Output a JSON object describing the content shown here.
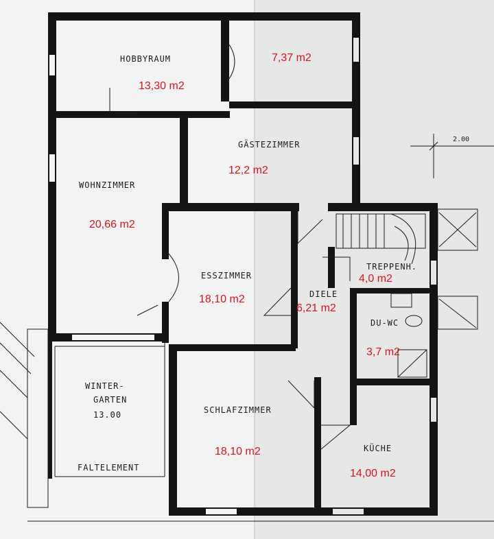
{
  "rooms": {
    "hobbyraum": {
      "label": "HOBBYRAUM",
      "area": "13,30 m2"
    },
    "abstell": {
      "area": "7,37 m2"
    },
    "gaestezimmer": {
      "label": "GÄSTEZIMMER",
      "area": "12,2 m2"
    },
    "wohnzimmer": {
      "label": "WOHNZIMMER",
      "area": "20,66 m2"
    },
    "esszimmer": {
      "label": "ESSZIMMER",
      "area": "18,10 m2"
    },
    "diele": {
      "label": "DIELE",
      "area": "6,21 m2"
    },
    "treppenhaus": {
      "label": "TREPPENH.",
      "area": "4,0 m2"
    },
    "duwc": {
      "label": "DU-WC",
      "area": "3,7 m2"
    },
    "wintergarten": {
      "label_1": "WINTER-",
      "label_2": "GARTEN",
      "label_3": "13.00"
    },
    "schlafzimmer": {
      "label": "SCHLAFZIMMER",
      "area": "18,10 m2"
    },
    "kueche": {
      "label": "KÜCHE",
      "area": "14,00 m2"
    }
  },
  "annotations": {
    "faltelement": "FALTELEMENT",
    "dimension": "2.00"
  }
}
